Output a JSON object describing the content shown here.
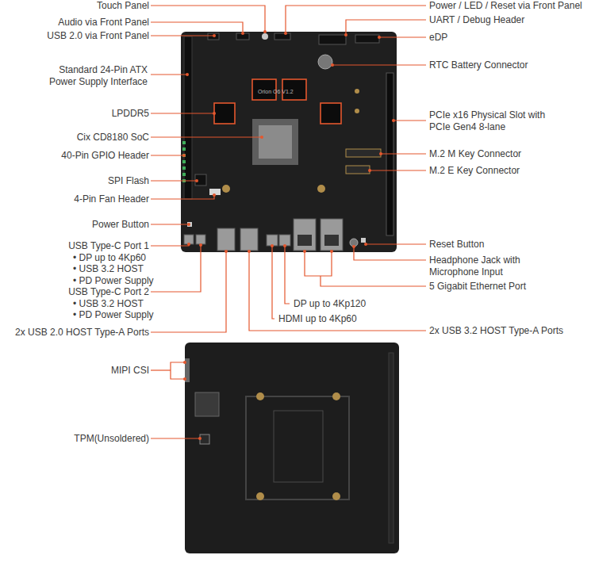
{
  "diagram": {
    "labels": [
      "Touch Panel",
      "Audio via Front Panel",
      "USB 2.0 via Front Panel",
      "Standard 24-Pin ATX Power Supply Interface",
      "LPDDR5",
      "Cix CD8180 SoC",
      "40-Pin GPIO Header",
      "SPI Flash",
      "4-Pin Fan Header",
      "Power Button",
      "USB Type-C Port 1",
      "• DP up to 4Kp60",
      "• USB 3.2 HOST",
      "• PD Power Supply",
      "USB Type-C Port 2",
      "• USB 3.2 HOST",
      "• PD Power Supply",
      "2x USB 2.0 HOST Type-A Ports",
      "Power / LED / Reset via Front Panel",
      "UART / Debug Header",
      "eDP",
      "RTC Battery Connector",
      "PCIe x16 Physical Slot with PCIe Gen4 8-lane",
      "M.2 M Key Connector",
      "M.2 E Key Connector",
      "Reset Button",
      "Headphone Jack with Microphone Input",
      "5 Gigabit Ethernet Port",
      "DP up to 4Kp120",
      "HDMI up to 4Kp60",
      "2x USB 3.2 HOST Type-A Ports",
      "MIPI CSI",
      "TPM(Unsoldered)",
      "Orion O6 V1.2"
    ]
  }
}
